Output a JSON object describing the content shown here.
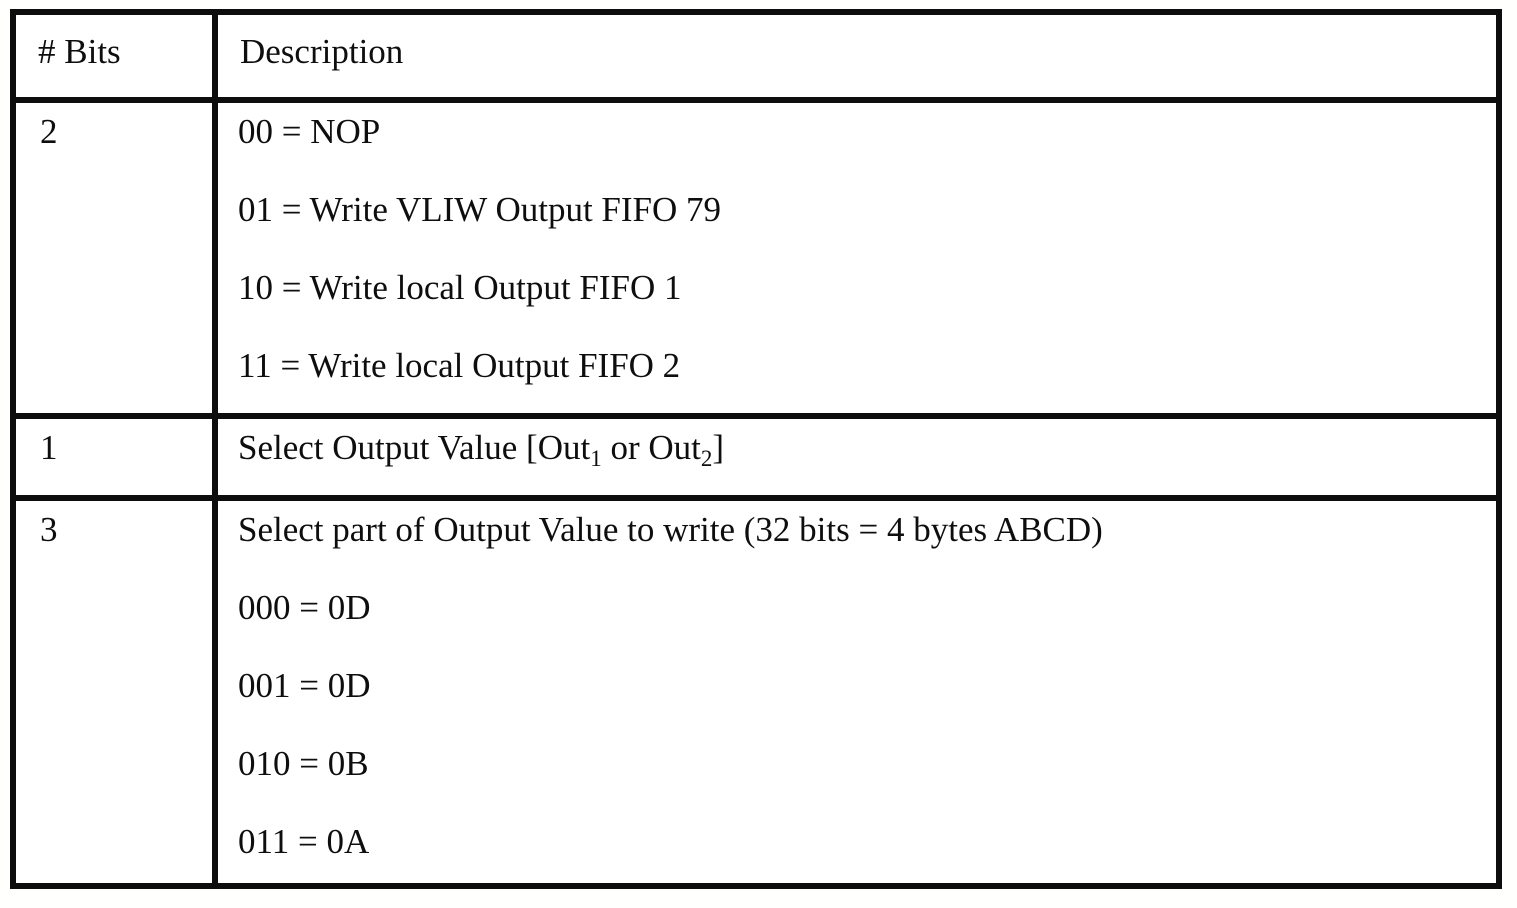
{
  "table": {
    "header": {
      "bits": "# Bits",
      "description": "Description"
    },
    "rows": [
      {
        "bits": "2",
        "lines": [
          "00 = NOP",
          "01 = Write VLIW Output FIFO 79",
          "10 = Write local Output FIFO 1",
          "11 = Write local Output FIFO 2"
        ]
      },
      {
        "bits": "1",
        "parts": {
          "before": "Select Output Value [Out",
          "sub1": "1",
          "middle": " or Out",
          "sub2": "2",
          "after": "]"
        }
      },
      {
        "bits": "3",
        "lines": [
          "Select part of Output Value to write (32 bits = 4 bytes ABCD)",
          "000 = 0D",
          "001 = 0D",
          "010 = 0B",
          "011 = 0A"
        ]
      }
    ]
  },
  "colors": {
    "ink": "#0e0e0e",
    "border": "#0d0d0d",
    "paper": "#ffffff"
  }
}
